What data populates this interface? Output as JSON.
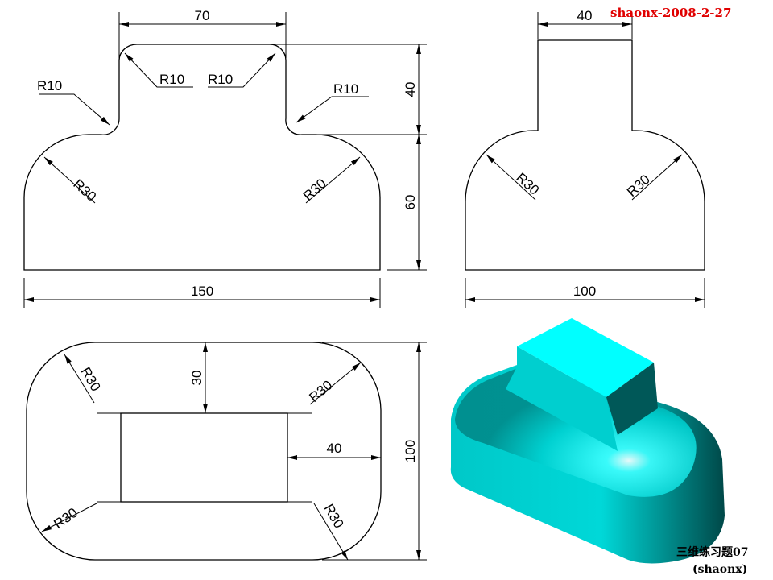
{
  "signature": "shaonx-2008-2-27",
  "caption": {
    "title": "三维练习题07",
    "author": "(shaonx)"
  },
  "front_view": {
    "width": "150",
    "boss_width": "70",
    "boss_height": "40",
    "base_height": "60",
    "radius_boss_top_left": "R10",
    "radius_boss_top_right": "R10",
    "radius_fillet_left": "R10",
    "radius_fillet_right": "R10",
    "radius_left": "R30",
    "radius_right": "R30"
  },
  "side_view": {
    "width": "100",
    "boss_width": "40",
    "radius_left": "R30",
    "radius_right": "R30"
  },
  "top_view": {
    "offset_top": "30",
    "offset_right": "40",
    "depth": "100",
    "radius_tl": "R30",
    "radius_tr": "R30",
    "radius_bl": "R30",
    "radius_br": "R30"
  },
  "colors": {
    "model": "#00e5e5",
    "signature": "#e00000"
  }
}
